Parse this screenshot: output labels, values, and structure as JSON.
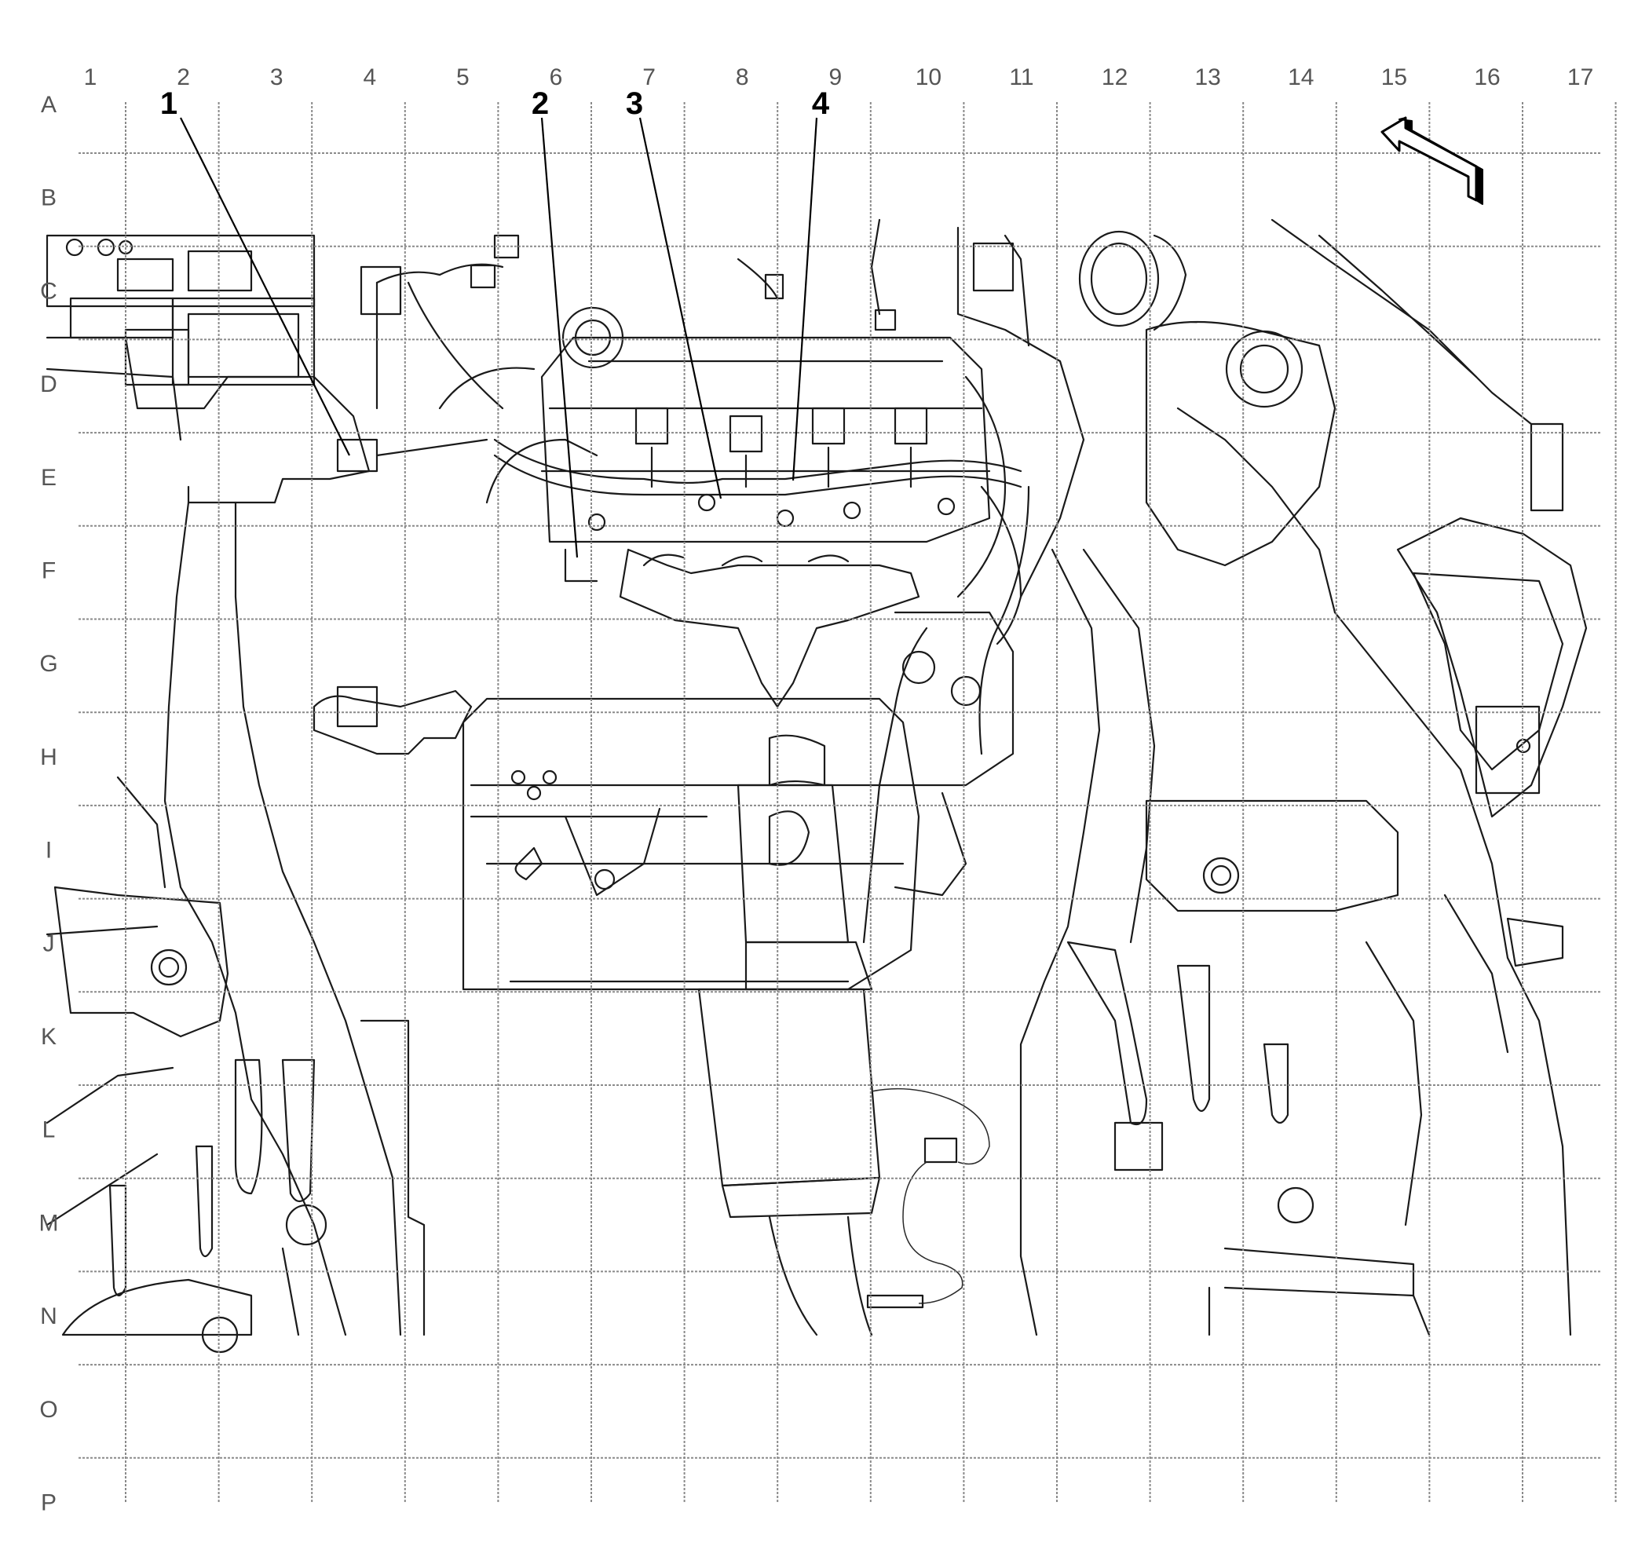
{
  "grid": {
    "columns": [
      "1",
      "2",
      "3",
      "4",
      "5",
      "6",
      "7",
      "8",
      "9",
      "10",
      "11",
      "12",
      "13",
      "14",
      "15",
      "16",
      "17"
    ],
    "rows": [
      "A",
      "B",
      "C",
      "D",
      "E",
      "F",
      "G",
      "H",
      "I",
      "J",
      "K",
      "L",
      "M",
      "N",
      "O",
      "P"
    ]
  },
  "callouts": [
    {
      "id": "1",
      "label": "1"
    },
    {
      "id": "2",
      "label": "2"
    },
    {
      "id": "3",
      "label": "3"
    },
    {
      "id": "4",
      "label": "4"
    }
  ],
  "orientation_icon": "direction-arrow-icon"
}
